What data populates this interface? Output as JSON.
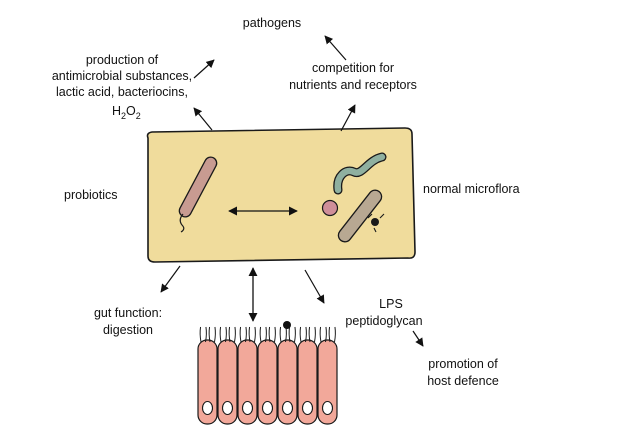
{
  "colors": {
    "box_fill": "#f0dc9c",
    "box_stroke": "#1a1a1a",
    "rod_probiotic": "#c89b91",
    "rod_flora": "#b8a892",
    "spiral": "#8fb0a0",
    "coccus": "#cf8e99",
    "cell_fill": "#f2a89a",
    "cell_stroke": "#1a1a1a",
    "arrow": "#111111"
  },
  "labels": {
    "pathogens": "pathogens",
    "production": [
      "production of",
      "antimicrobial substances,",
      "lactic acid, bacteriocins,"
    ],
    "h2o2": {
      "h": "H",
      "sub1": "2",
      "o": "O",
      "sub2": "2"
    },
    "competition": [
      "competition for",
      "nutrients and receptors"
    ],
    "probiotics": "probiotics",
    "normal_microflora": "normal microflora",
    "gut_function": [
      "gut function:",
      "digestion"
    ],
    "lps": [
      "LPS",
      "peptidoglycan"
    ],
    "promotion": [
      "promotion of",
      "host defence"
    ]
  },
  "icons": [
    "probiotic-rod-icon",
    "spiral-bacterium-icon",
    "coccus-icon",
    "flora-rod-icon",
    "epithelial-cells-icon"
  ]
}
